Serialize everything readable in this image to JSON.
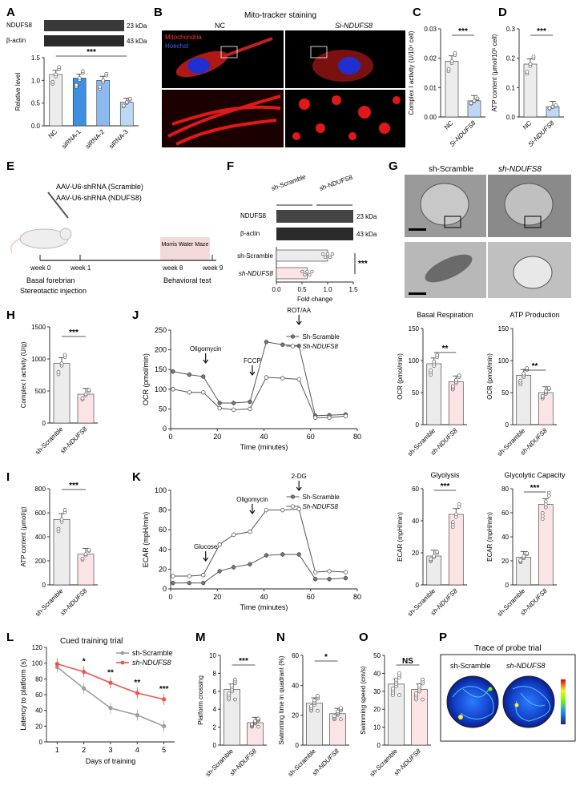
{
  "panels": {
    "A": "A",
    "B": "B",
    "C": "C",
    "D": "D",
    "E": "E",
    "F": "F",
    "G": "G",
    "H": "H",
    "I": "I",
    "J": "J",
    "K": "K",
    "L": "L",
    "M": "M",
    "N": "N",
    "O": "O",
    "P": "P"
  },
  "colors": {
    "gray": "#ececec",
    "blue_dark": "#3d8fe0",
    "blue_mid": "#8cbaf0",
    "blue_light": "#bcd8f6",
    "pink": "#fde4e4",
    "red_line": "#ef5350",
    "gray_line": "#9e9e9e"
  },
  "a": {
    "protein": "NDUFS8",
    "loading": "β-actin",
    "kda1": "23 kDa",
    "kda2": "43 kDa",
    "ylabel": "Relative level",
    "sig": "***",
    "categories": [
      "NC",
      "siRNA-1",
      "siRNA-2",
      "siRNA-3"
    ],
    "values": [
      1.13,
      1.05,
      1.0,
      0.52
    ],
    "yticks": [
      "0.0",
      "0.5",
      "1.0",
      "1.5"
    ]
  },
  "b": {
    "title": "Mito-tracker staining",
    "col1": "NC",
    "col2": "Si-NDUFS8",
    "leg1": "Mitochondria",
    "leg2": "Hoechst"
  },
  "c": {
    "ylabel": "Complex Ⅰ activity (U/10⁴ cell)",
    "sig": "***",
    "categories": [
      "NC",
      "Si-NDUFS8"
    ],
    "values": [
      0.019,
      0.0055
    ],
    "yticks": [
      "0.00",
      "0.01",
      "0.02",
      "0.03"
    ]
  },
  "d": {
    "ylabel": "ATP content (μmol/10⁶ cell)",
    "sig": "***",
    "categories": [
      "NC",
      "Si-NDUFS8"
    ],
    "values": [
      0.18,
      0.035
    ],
    "yticks": [
      "0.0",
      "0.1",
      "0.2",
      "0.3"
    ]
  },
  "e": {
    "line1": "AAV-U6-shRNA (Scramble)",
    "line2": "AAV-U6-shRNA (NDUFS8)",
    "w0": "week 0",
    "w1": "week 1",
    "w8": "week 8",
    "w9": "week 9",
    "box": "Morris Water Maze",
    "lab1": "Basal forebrian",
    "lab2": "Stereotactic injection",
    "lab3": "Behavioral test"
  },
  "f": {
    "g1": "sh-Scramble",
    "g2": "sh-NDUFS8",
    "protein": "NDUFS8",
    "loading": "β-actin",
    "kda1": "23 kDa",
    "kda2": "43 kDa",
    "sig": "***",
    "xlabel": "Fold change",
    "xticks": [
      "0.0",
      "0.5",
      "1.0",
      "1.5"
    ],
    "values": [
      1.0,
      0.6
    ]
  },
  "g": {
    "col1": "sh-Scramble",
    "col2": "sh-NDUFS8"
  },
  "h": {
    "ylabel": "Complex Ⅰ activity (U/g)",
    "sig": "***",
    "categories": [
      "sh-Scramble",
      "sh-NDUFS8"
    ],
    "values": [
      930,
      450
    ],
    "yticks": [
      "0",
      "500",
      "1000",
      "1500"
    ]
  },
  "i": {
    "ylabel": "ATP content (μmol/g)",
    "sig": "***",
    "categories": [
      "sh-Scramble",
      "sh-NDUFS8"
    ],
    "values": [
      545,
      255
    ],
    "yticks": [
      "0",
      "200",
      "400",
      "600",
      "800"
    ]
  },
  "j": {
    "ylabel": "OCR (pmol/min)",
    "xlabel": "Time (minutes)",
    "yticks": [
      "0",
      "50",
      "100",
      "150",
      "200",
      "250"
    ],
    "xticks": [
      "0",
      "20",
      "40",
      "60",
      "80"
    ],
    "arrows": [
      "Oligomycin",
      "FCCP",
      "ROT/AA"
    ],
    "legend": [
      "Sh-Scramble",
      "Sh-NDUFS8"
    ],
    "b1": {
      "title": "Basal Respiration",
      "ylabel": "OCR (pmol/min)",
      "sig": "**",
      "yticks": [
        "0",
        "50",
        "100",
        "150"
      ],
      "values": [
        95,
        67
      ],
      "categories": [
        "sh-Scramble",
        "sh-NDUFS8"
      ]
    },
    "b2": {
      "title": "ATP Production",
      "ylabel": "OCR (pmol/min)",
      "sig": "**",
      "yticks": [
        "0",
        "50",
        "100",
        "150"
      ],
      "values": [
        77,
        50
      ],
      "categories": [
        "sh-Scramble",
        "sh-NDUFS8"
      ]
    }
  },
  "k": {
    "ylabel": "ECAR (mpH/min)",
    "xlabel": "Time (minutes)",
    "yticks": [
      "0",
      "20",
      "40",
      "60",
      "80",
      "100"
    ],
    "xticks": [
      "0",
      "20",
      "40",
      "60",
      "80"
    ],
    "arrows": [
      "Glucose",
      "Oligomycin",
      "2-DG"
    ],
    "legend": [
      "Sh-Scramble",
      "Sh-NDUFS8"
    ],
    "b1": {
      "title": "Glyolysis",
      "ylabel": "ECAR (mpH/min)",
      "sig": "***",
      "yticks": [
        "0",
        "20",
        "40",
        "60"
      ],
      "values": [
        18,
        44
      ],
      "categories": [
        "sh-Scramble",
        "sh-NDUFS8"
      ]
    },
    "b2": {
      "title": "Glycolytic Capacity",
      "ylabel": "ECAR (mpH/min)",
      "sig": "***",
      "yticks": [
        "0",
        "20",
        "40",
        "60",
        "80"
      ],
      "values": [
        23,
        67
      ],
      "categories": [
        "sh-Scramble",
        "sh-NDUFS8"
      ]
    }
  },
  "l": {
    "title": "Cued training trial",
    "ylabel": "Latency to platform (s)",
    "xlabel": "Days of training",
    "legend": [
      "sh-Scramble",
      "sh-NDUFS8"
    ],
    "yticks": [
      "0",
      "20",
      "40",
      "60",
      "80",
      "100",
      "120"
    ],
    "xticks": [
      "1",
      "2",
      "3",
      "4",
      "5"
    ],
    "sigs": [
      "*",
      "**",
      "**",
      "***"
    ]
  },
  "m": {
    "ylabel": "Platform crossing",
    "sig": "***",
    "categories": [
      "sh-Scramble",
      "sh-NDUFS8"
    ],
    "values": [
      6.2,
      2.5
    ],
    "yticks": [
      "0",
      "2",
      "4",
      "6",
      "8",
      "10"
    ]
  },
  "n": {
    "ylabel": "Swimming time in quadrant (%)",
    "sig": "*",
    "categories": [
      "sh-Scramble",
      "sh-NDUFS8"
    ],
    "values": [
      28,
      21
    ],
    "yticks": [
      "0",
      "20",
      "40",
      "60"
    ]
  },
  "o": {
    "ylabel": "Swimming speed (cm/s)",
    "sig": "NS",
    "categories": [
      "sh-Scramble",
      "sh-NDUFS8"
    ],
    "values": [
      34,
      31
    ],
    "yticks": [
      "0",
      "10",
      "20",
      "30",
      "40",
      "50"
    ]
  },
  "p": {
    "title": "Trace of probe trial",
    "col1": "sh-Scramble",
    "col2": "sh-NDUFS8"
  },
  "chart_data": [
    {
      "panel": "A",
      "type": "bar",
      "categories": [
        "NC",
        "siRNA-1",
        "siRNA-2",
        "siRNA-3"
      ],
      "values": [
        1.13,
        1.05,
        1.0,
        0.52
      ],
      "ylabel": "Relative level",
      "ylim": [
        0,
        1.5
      ]
    },
    {
      "panel": "C",
      "type": "bar",
      "categories": [
        "NC",
        "Si-NDUFS8"
      ],
      "values": [
        0.019,
        0.0055
      ],
      "ylim": [
        0,
        0.03
      ]
    },
    {
      "panel": "D",
      "type": "bar",
      "categories": [
        "NC",
        "Si-NDUFS8"
      ],
      "values": [
        0.18,
        0.035
      ],
      "ylim": [
        0,
        0.3
      ]
    },
    {
      "panel": "F",
      "type": "bar",
      "categories": [
        "sh-Scramble",
        "sh-NDUFS8"
      ],
      "values": [
        1.0,
        0.6
      ],
      "xlabel": "Fold change",
      "xlim": [
        0,
        1.5
      ]
    },
    {
      "panel": "H",
      "type": "bar",
      "categories": [
        "sh-Scramble",
        "sh-NDUFS8"
      ],
      "values": [
        930,
        450
      ],
      "ylim": [
        0,
        1500
      ]
    },
    {
      "panel": "I",
      "type": "bar",
      "categories": [
        "sh-Scramble",
        "sh-NDUFS8"
      ],
      "values": [
        545,
        255
      ],
      "ylim": [
        0,
        800
      ]
    },
    {
      "panel": "J",
      "type": "line",
      "xlabel": "Time (minutes)",
      "ylabel": "OCR (pmol/min)",
      "x": [
        1,
        8,
        14,
        21,
        27,
        34,
        41,
        48,
        55,
        62,
        68,
        75
      ],
      "series": [
        {
          "name": "Sh-Scramble",
          "values": [
            145,
            137,
            132,
            65,
            65,
            68,
            220,
            213,
            210,
            33,
            34,
            36
          ]
        },
        {
          "name": "Sh-NDUFS8",
          "values": [
            100,
            92,
            92,
            52,
            48,
            50,
            130,
            128,
            125,
            28,
            28,
            32
          ]
        }
      ],
      "ylim": [
        0,
        250
      ],
      "xlim": [
        0,
        80
      ]
    },
    {
      "panel": "J-basal",
      "type": "bar",
      "categories": [
        "sh-Scramble",
        "sh-NDUFS8"
      ],
      "values": [
        95,
        67
      ],
      "ylim": [
        0,
        150
      ]
    },
    {
      "panel": "J-atp",
      "type": "bar",
      "categories": [
        "sh-Scramble",
        "sh-NDUFS8"
      ],
      "values": [
        77,
        50
      ],
      "ylim": [
        0,
        150
      ]
    },
    {
      "panel": "K",
      "type": "line",
      "xlabel": "Time (minutes)",
      "ylabel": "ECAR (mpH/min)",
      "x": [
        1,
        8,
        14,
        21,
        27,
        34,
        41,
        48,
        55,
        62,
        68,
        75
      ],
      "series": [
        {
          "name": "Sh-Scramble",
          "values": [
            6,
            6,
            6,
            18,
            22,
            25,
            34,
            35,
            35,
            10,
            10,
            11
          ]
        },
        {
          "name": "Sh-NDUFS8",
          "values": [
            13,
            13,
            14,
            45,
            55,
            58,
            80,
            80,
            81,
            17,
            18,
            17
          ]
        }
      ],
      "ylim": [
        0,
        100
      ],
      "xlim": [
        0,
        80
      ]
    },
    {
      "panel": "K-glyc",
      "type": "bar",
      "categories": [
        "sh-Scramble",
        "sh-NDUFS8"
      ],
      "values": [
        18,
        44
      ],
      "ylim": [
        0,
        60
      ]
    },
    {
      "panel": "K-cap",
      "type": "bar",
      "categories": [
        "sh-Scramble",
        "sh-NDUFS8"
      ],
      "values": [
        23,
        67
      ],
      "ylim": [
        0,
        80
      ]
    },
    {
      "panel": "L",
      "type": "line",
      "x": [
        1,
        2,
        3,
        4,
        5
      ],
      "series": [
        {
          "name": "sh-Scramble",
          "values": [
            95,
            68,
            43,
            34,
            20
          ]
        },
        {
          "name": "sh-NDUFS8",
          "values": [
            99,
            89,
            75,
            62,
            54
          ]
        }
      ],
      "ylim": [
        0,
        120
      ]
    },
    {
      "panel": "M",
      "type": "bar",
      "categories": [
        "sh-Scramble",
        "sh-NDUFS8"
      ],
      "values": [
        6.2,
        2.5
      ],
      "ylim": [
        0,
        10
      ]
    },
    {
      "panel": "N",
      "type": "bar",
      "categories": [
        "sh-Scramble",
        "sh-NDUFS8"
      ],
      "values": [
        28,
        21
      ],
      "ylim": [
        0,
        60
      ]
    },
    {
      "panel": "O",
      "type": "bar",
      "categories": [
        "sh-Scramble",
        "sh-NDUFS8"
      ],
      "values": [
        34,
        31
      ],
      "ylim": [
        0,
        50
      ]
    }
  ]
}
